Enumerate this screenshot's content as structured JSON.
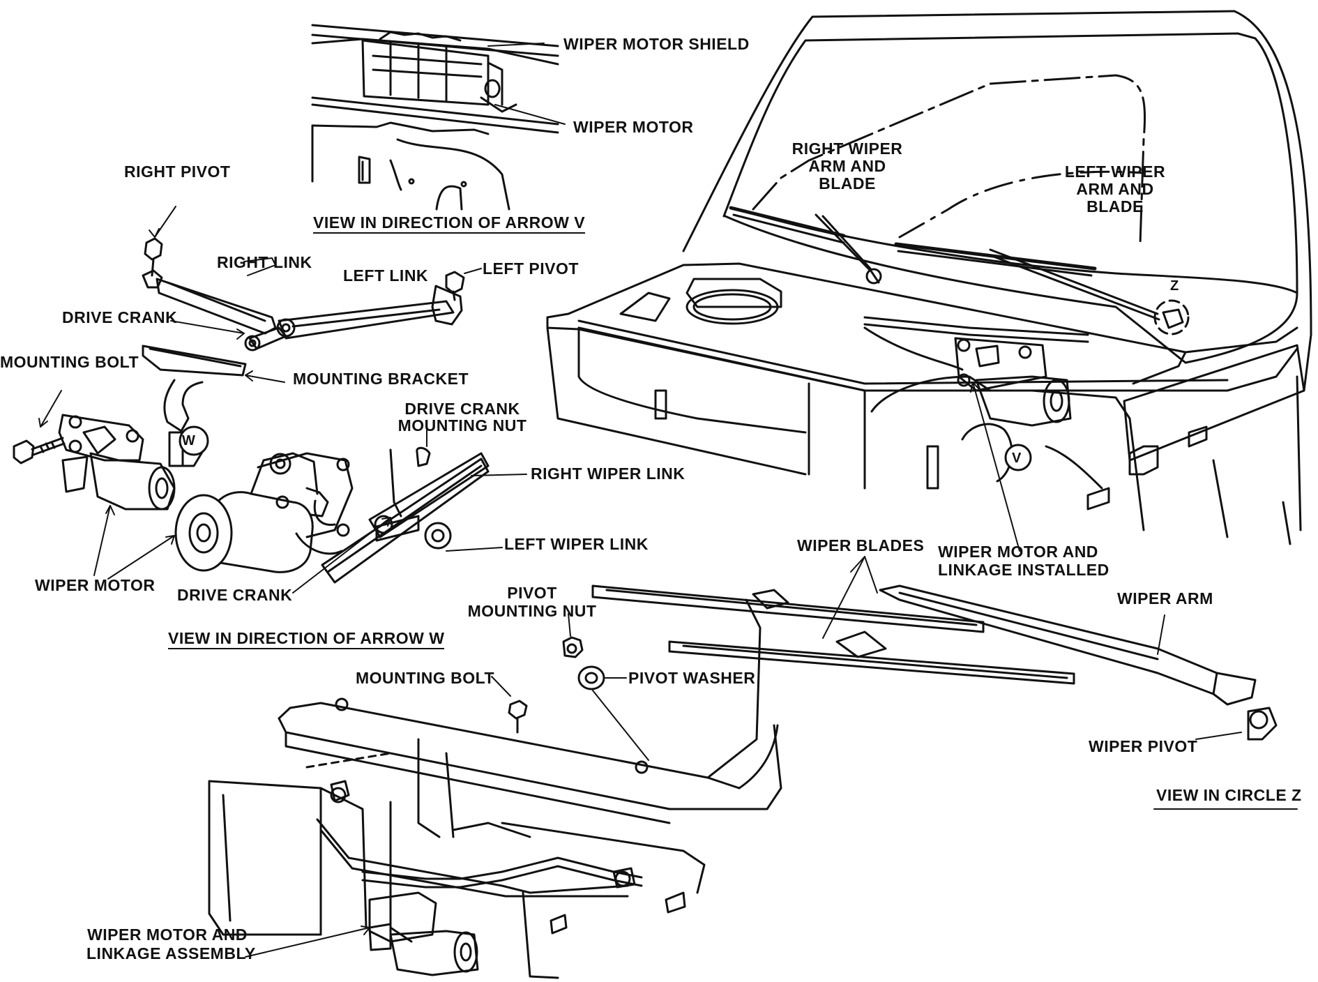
{
  "colors": {
    "ink": "#111111",
    "paper": "#ffffff",
    "shade": "#e6e6e6"
  },
  "labels": {
    "wiper_motor_shield": "WIPER MOTOR SHIELD",
    "wiper_motor_top": "WIPER MOTOR",
    "view_arrow_v": "VIEW IN DIRECTION OF ARROW V",
    "right_pivot": "RIGHT PIVOT",
    "right_link": "RIGHT LINK",
    "left_link": "LEFT LINK",
    "left_pivot": "LEFT PIVOT",
    "drive_crank_top": "DRIVE CRANK",
    "mounting_bolt_left": "MOUNTING BOLT",
    "mounting_bracket": "MOUNTING BRACKET",
    "drive_crank_mounting_nut_1": "DRIVE CRANK",
    "drive_crank_mounting_nut_2": "MOUNTING NUT",
    "right_wiper_link": "RIGHT WIPER LINK",
    "left_wiper_link": "LEFT WIPER LINK",
    "wiper_motor_left": "WIPER MOTOR",
    "drive_crank_bottom": "DRIVE CRANK",
    "view_arrow_w": "VIEW IN DIRECTION OF ARROW W",
    "arrow_w_marker": "W",
    "arrow_v_marker": "V",
    "circle_z_marker": "Z",
    "right_wiper_arm_1": "RIGHT WIPER",
    "right_wiper_arm_2": "ARM AND",
    "right_wiper_arm_3": "BLADE",
    "left_wiper_arm_1": "LEFT WIPER",
    "left_wiper_arm_2": "ARM AND",
    "left_wiper_arm_3": "BLADE",
    "wiper_blades": "WIPER BLADES",
    "motor_installed_1": "WIPER MOTOR AND",
    "motor_installed_2": "LINKAGE INSTALLED",
    "wiper_arm": "WIPER ARM",
    "pivot_mounting_nut_1": "PIVOT",
    "pivot_mounting_nut_2": "MOUNTING NUT",
    "pivot_washer": "PIVOT WASHER",
    "mounting_bolt_bottom": "MOUNTING BOLT",
    "wiper_pivot": "WIPER PIVOT",
    "view_circle_z": "VIEW IN CIRCLE Z",
    "motor_assembly_1": "WIPER MOTOR AND",
    "motor_assembly_2": "LINKAGE ASSEMBLY"
  }
}
